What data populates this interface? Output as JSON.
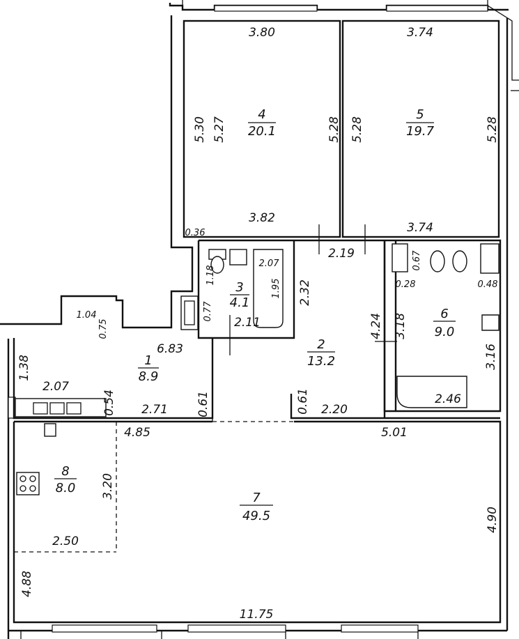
{
  "rooms": [
    {
      "id": "4",
      "number": "4",
      "area": "20.1"
    },
    {
      "id": "5",
      "number": "5",
      "area": "19.7"
    },
    {
      "id": "3",
      "number": "3",
      "area": "4.1"
    },
    {
      "id": "1",
      "number": "1",
      "area": "8.9"
    },
    {
      "id": "2",
      "number": "2",
      "area": "13.2"
    },
    {
      "id": "6",
      "number": "6",
      "area": "9.0"
    },
    {
      "id": "8",
      "number": "8",
      "area": "8.0"
    },
    {
      "id": "7",
      "number": "7",
      "area": "49.5"
    }
  ],
  "dimensions": {
    "r4_top": "3.80",
    "r4_bottom": "3.82",
    "r4_left_outer": "5.30",
    "r4_left_inner": "5.27",
    "r4_right": "5.28",
    "r5_top": "3.74",
    "r5_bottom": "3.74",
    "r5_left": "5.28",
    "r5_right": "5.28",
    "wall_036": "0.36",
    "corridor_219": "2.19",
    "r3_207": "2.07",
    "r3_118": "1.18",
    "r3_195": "1.95",
    "r3_077": "0.77",
    "r3_211": "2.11",
    "r2_232": "2.32",
    "r2_424": "4.24",
    "r6_318": "3.18",
    "r6_067": "0.67",
    "r6_028": "0.28",
    "r6_048": "0.48",
    "r6_316": "3.16",
    "r6_246": "2.46",
    "r1_104": "1.04",
    "r1_075": "0.75",
    "r1_683": "6.83",
    "r1_138": "1.38",
    "r1_207": "2.07",
    "r1_054": "0.54",
    "r1_271": "2.71",
    "r1_061": "0.61",
    "r2_061": "0.61",
    "r2_220": "2.20",
    "r7_485": "4.85",
    "r7_501": "5.01",
    "r8_320": "3.20",
    "r8_250": "2.50",
    "r7_490": "4.90",
    "r7_488": "4.88",
    "r7_1175": "11.75"
  }
}
